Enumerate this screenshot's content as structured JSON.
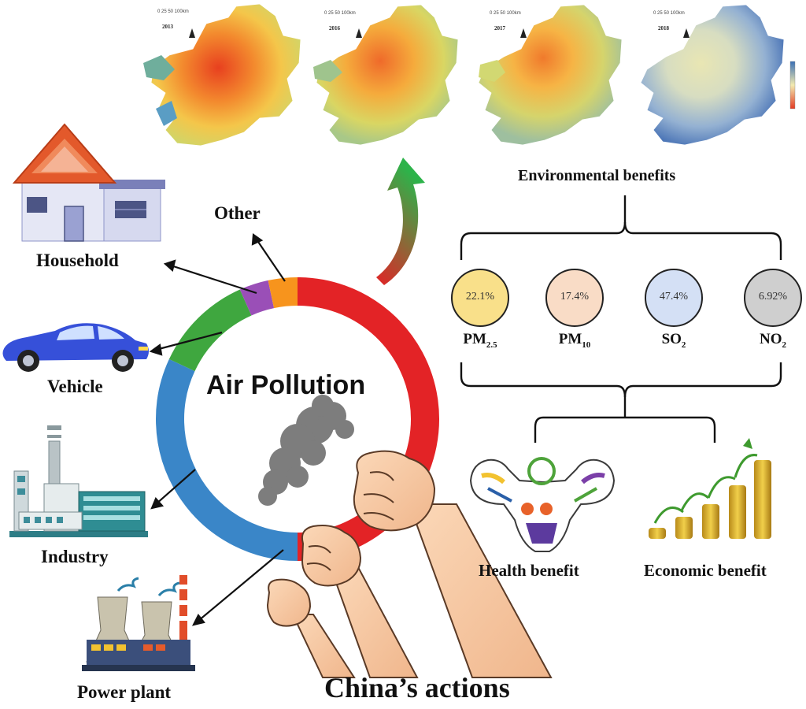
{
  "center": {
    "title": "Air Pollution",
    "actions": "China’s actions"
  },
  "sources": {
    "other": "Other",
    "household": "Household",
    "vehicle": "Vehicle",
    "industry": "Industry",
    "power_plant": "Power plant"
  },
  "maps": {
    "years": [
      "2013",
      "2016",
      "2017",
      "2018"
    ],
    "header_text": "0 25 50 100km"
  },
  "environment": {
    "title": "Environmental benefits",
    "pollutants": [
      {
        "name": "PM",
        "sub": "2.5",
        "value": "22.1%",
        "fill": "#f9e08a"
      },
      {
        "name": "PM",
        "sub": "10",
        "value": "17.4%",
        "fill": "#f9dcc6"
      },
      {
        "name": "SO",
        "sub": "2",
        "value": "47.4%",
        "fill": "#d4e0f5"
      },
      {
        "name": "NO",
        "sub": "2",
        "value": "6.92%",
        "fill": "#cfcfcf"
      }
    ]
  },
  "outcomes": {
    "health": "Health benefit",
    "economic": "Economic benefit"
  },
  "colors": {
    "ring_red": "#e32326",
    "ring_blue": "#3a86c8",
    "ring_green": "#3fa73f",
    "ring_purple": "#9a4fb7",
    "ring_orange": "#f7941d"
  }
}
